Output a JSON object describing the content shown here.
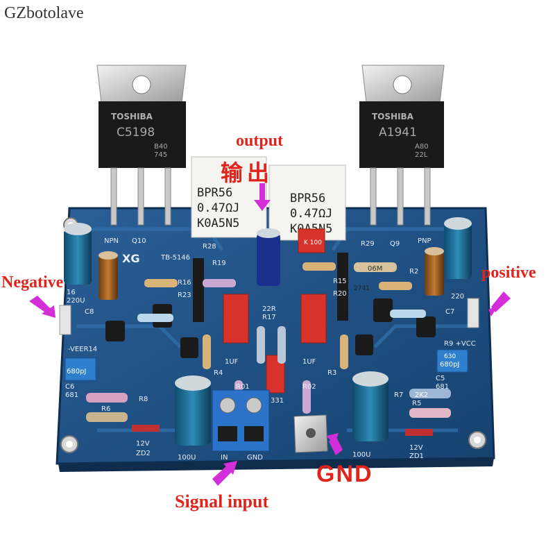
{
  "watermark": "GZbotolave",
  "labels": {
    "output": "output",
    "output_cn": "输出",
    "negative": "Negative",
    "positive": "positive",
    "signal_input": "Signal input",
    "gnd": "GND"
  },
  "transistors": {
    "left": {
      "brand": "TOSHIBA",
      "part": "C5198",
      "code1": "B40",
      "code2": "745"
    },
    "right": {
      "brand": "TOSHIBA",
      "part": "A1941",
      "code1": "A80",
      "code2": "22L"
    }
  },
  "resistors": {
    "left": {
      "line1": "BPR56",
      "line2": "0.47ΩJ",
      "line3": "K0A5N5"
    },
    "right": {
      "line1": "BPR56",
      "line2": "0.47ΩJ",
      "line3": "K0A5N5"
    }
  },
  "board_labels": {
    "npn": "NPN",
    "q10": "Q10",
    "r28": "R28",
    "r29": "R29",
    "q9": "Q9",
    "pnp": "PNP",
    "xg": "XG",
    "tb": "TB-5146",
    "veer": "-VEER14",
    "vcc": "R9 +VCC",
    "c6": "C6",
    "c681": "681",
    "c5": "C5",
    "c5_681": "681",
    "r6": "R6",
    "r8": "R8",
    "r5": "R5",
    "r7": "R7",
    "zd2": "ZD2",
    "zd1": "ZD1",
    "v12_left": "12V",
    "v12_right": "12V",
    "u100_left": "100U",
    "u100_right": "100U",
    "in": "IN",
    "gnd": "GND",
    "uf_left": "1UF",
    "uf_right": "1UF",
    "r17": "R17",
    "r22": "22R",
    "r4": "R4",
    "r3": "R3",
    "r01": "R01",
    "r02": "R02",
    "c331": "331",
    "cap_680_left": "680pJ",
    "cap_680_right": "680pJ",
    "cap_630": "630",
    "c16": "16",
    "c220u": "220U",
    "c220": "220",
    "c8": "C8",
    "c7": "C7",
    "r16": "R16",
    "r23": "R23",
    "r19": "R19",
    "r15": "R15",
    "r20": "R20",
    "r2": "R2",
    "k100": "K 100",
    "r06m": "06M",
    "r2k2": "2K2",
    "r2741": "2741"
  },
  "colors": {
    "pcb": "#1d4f86",
    "label_red": "#e0241b",
    "arrow_magenta": "#d42ed8"
  }
}
